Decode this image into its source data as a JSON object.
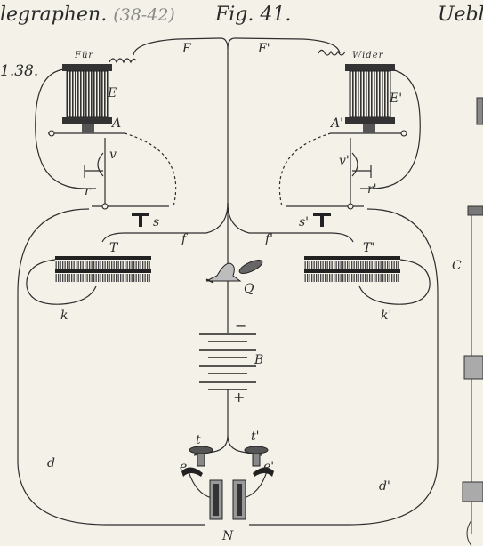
{
  "header": {
    "left_title": "legraphen.",
    "left_pages": "(38-42)",
    "figure": "Fig. 41.",
    "right_title": "Uebl"
  },
  "left_margin_text": "1.38.",
  "labels": {
    "F": "F",
    "F2": "F'",
    "fur": "Für",
    "wider": "Wider",
    "E": "E",
    "E2": "E'",
    "A": "A",
    "A2": "A'",
    "v": "v",
    "v2": "v'",
    "r": "r",
    "r2": "r'",
    "s": "s",
    "s2": "s'",
    "f": "f",
    "f2": "f'",
    "T": "T",
    "T2": "T'",
    "k": "k",
    "k2": "k'",
    "Q": "Q",
    "C": "C",
    "minus": "−",
    "B": "B",
    "plus": "+",
    "t": "t",
    "t2": "t'",
    "e": "e",
    "e2": "e'",
    "d": "d",
    "d2": "d'",
    "N": "N"
  }
}
